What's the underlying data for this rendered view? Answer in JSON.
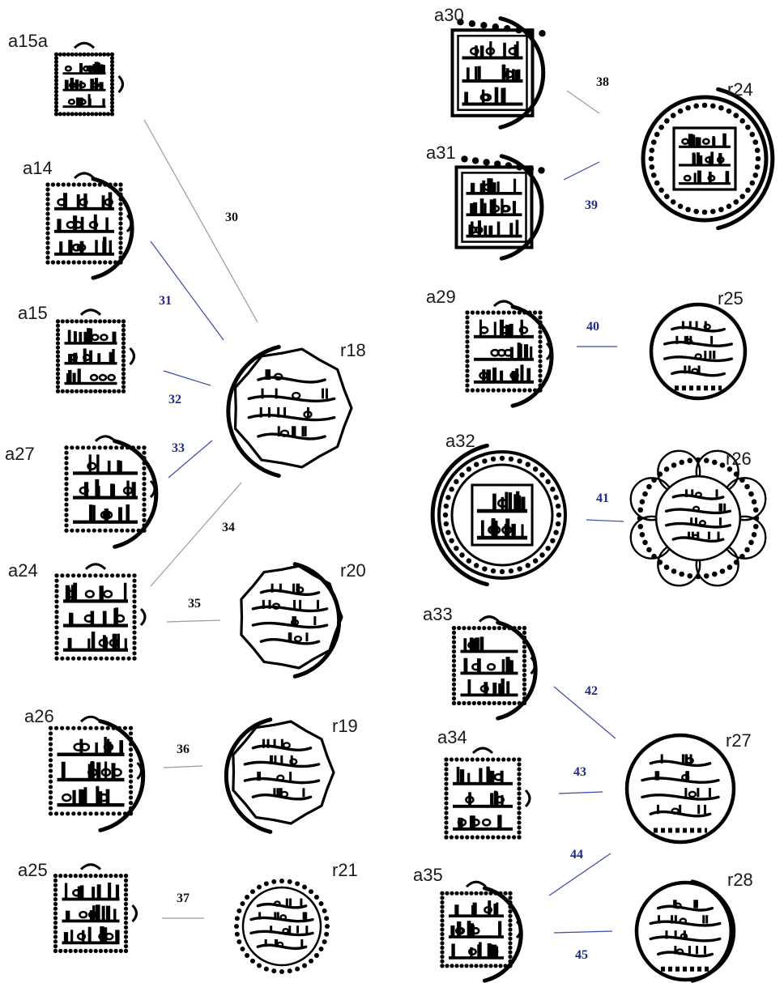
{
  "colors": {
    "ink": "#000000",
    "background": "#ffffff",
    "line_gray": "#9a9a9a",
    "line_blue": "#3a4aa8",
    "number_blue": "#1f2a8c",
    "number_black": "#111111"
  },
  "obverse_dies": [
    {
      "id": "a15a",
      "style": "square-dotted"
    },
    {
      "id": "a14",
      "style": "square-dotted"
    },
    {
      "id": "a15",
      "style": "square-dotted"
    },
    {
      "id": "a27",
      "style": "square-dotted"
    },
    {
      "id": "a24",
      "style": "square-dotted"
    },
    {
      "id": "a26",
      "style": "square-dotted"
    },
    {
      "id": "a25",
      "style": "square-dotted"
    },
    {
      "id": "a30",
      "style": "square-framed"
    },
    {
      "id": "a31",
      "style": "square-framed"
    },
    {
      "id": "a29",
      "style": "square-dotted"
    },
    {
      "id": "a32",
      "style": "circle-inner-square"
    },
    {
      "id": "a33",
      "style": "square-dotted"
    },
    {
      "id": "a34",
      "style": "square-dotted"
    },
    {
      "id": "a35",
      "style": "square-dotted"
    }
  ],
  "reverse_dies": [
    {
      "id": "r18",
      "style": "round-scalloped"
    },
    {
      "id": "r20",
      "style": "round-scalloped"
    },
    {
      "id": "r19",
      "style": "round-scalloped"
    },
    {
      "id": "r21",
      "style": "round-dotted"
    },
    {
      "id": "r24",
      "style": "round-square-center"
    },
    {
      "id": "r25",
      "style": "round-plain"
    },
    {
      "id": "r26",
      "style": "round-octafoil"
    },
    {
      "id": "r27",
      "style": "round-plain"
    },
    {
      "id": "r28",
      "style": "round-plain"
    }
  ],
  "links": [
    {
      "number": "30",
      "from": "a15a",
      "to": "r18",
      "color": "black"
    },
    {
      "number": "31",
      "from": "a14",
      "to": "r18",
      "color": "blue"
    },
    {
      "number": "32",
      "from": "a15",
      "to": "r18",
      "color": "blue"
    },
    {
      "number": "33",
      "from": "a27",
      "to": "r18",
      "color": "blue"
    },
    {
      "number": "34",
      "from": "a24",
      "to": "r18",
      "color": "black"
    },
    {
      "number": "35",
      "from": "a24",
      "to": "r20",
      "color": "black"
    },
    {
      "number": "36",
      "from": "a26",
      "to": "r19",
      "color": "black"
    },
    {
      "number": "37",
      "from": "a25",
      "to": "r21",
      "color": "black"
    },
    {
      "number": "38",
      "from": "a30",
      "to": "r24",
      "color": "black"
    },
    {
      "number": "39",
      "from": "a31",
      "to": "r24",
      "color": "blue"
    },
    {
      "number": "40",
      "from": "a29",
      "to": "r25",
      "color": "blue"
    },
    {
      "number": "41",
      "from": "a32",
      "to": "r26",
      "color": "blue"
    },
    {
      "number": "42",
      "from": "a33",
      "to": "r27",
      "color": "blue"
    },
    {
      "number": "43",
      "from": "a34",
      "to": "r27",
      "color": "blue"
    },
    {
      "number": "44",
      "from": "a35",
      "to": "r27",
      "color": "blue"
    },
    {
      "number": "45",
      "from": "a35",
      "to": "r28",
      "color": "blue"
    }
  ]
}
